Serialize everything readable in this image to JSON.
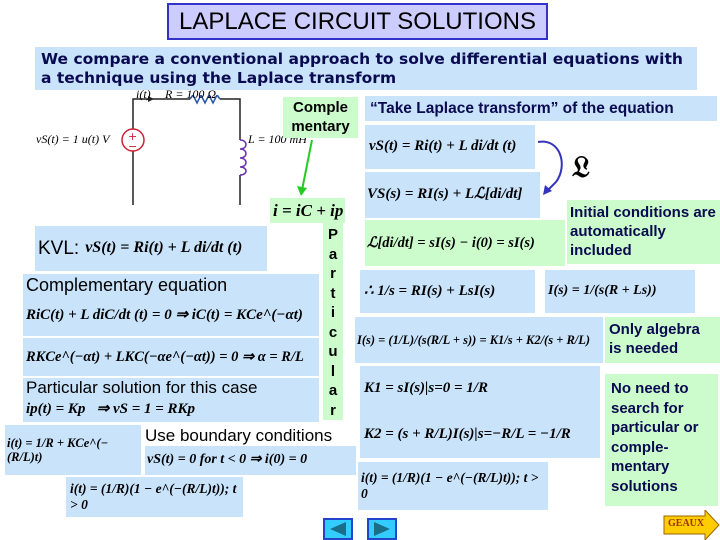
{
  "title": "LAPLACE CIRCUIT SOLUTIONS",
  "intro": "We compare a conventional approach to solve differential equations with a technique using the Laplace transform",
  "circuit": {
    "current_label": "i(t)",
    "resistor_label": "R = 100 Ω",
    "source_label": "vS(t) = 1 u(t) V",
    "inductor_label": "L = 100 mH"
  },
  "left": {
    "complementary_tag": "Comple mentary",
    "sum_eq": "i = iC + ip",
    "particular_tag": [
      "P",
      "a",
      "r",
      "t",
      "i",
      "c",
      "u",
      "l",
      "a",
      "r"
    ],
    "kvl_label": "KVL:",
    "kvl_eq": "vS(t) = Ri(t) + L di/dt (t)",
    "comp_title": "Complementary equation",
    "comp_eq": "RiC(t) + L diC/dt (t) = 0 ⇒ iC(t) = KCe^(−αt)",
    "alpha_eq": "RKCe^(−αt) + LKC(−αe^(−αt)) = 0 ⇒ α = R/L",
    "part_title": "Particular solution for this case",
    "part_eq": "ip(t) = Kp   ⇒ vS = 1 = RKp",
    "general_eq": "i(t) = 1/R + KCe^(−(R/L)t)",
    "boundary_title": "Use boundary conditions",
    "boundary_eq": "vS(t) = 0 for t < 0 ⇒ i(0) = 0",
    "final_eq": "i(t) = (1/R)(1 − e^(−(R/L)t)); t > 0"
  },
  "right": {
    "laplace_title": "“Take Laplace transform” of the equation",
    "time_eq": "vS(t) = Ri(t) + L di/dt (t)",
    "laplace_symbol": "𝔏",
    "s_eq": "VS(s) = RI(s) + Lℒ[di/dt]",
    "deriv_eq": "ℒ[di/dt] = sI(s) − i(0) = sI(s)",
    "initial_note": "Initial conditions are automatically included",
    "sub_eq": "∴ 1/s = RI(s) + LsI(s)",
    "is_eq": "I(s) = 1/(s(R + Ls))",
    "pf_eq": "I(s) = (1/L)/(s(R/L + s)) = K1/s + K2/(s + R/L)",
    "algebra_note": "Only algebra is needed",
    "k1_eq": "K1 = sI(s)|s=0 = 1/R",
    "k2_eq": "K2 = (s + R/L)I(s)|s=−R/L = −1/R",
    "final_eq": "i(t) = (1/R)(1 − e^(−(R/L)t)); t > 0",
    "no_need_note": "No need to search for particular or comple-mentary solutions"
  },
  "nav": {
    "prev_icon": "triangle-left",
    "next_icon": "triangle-right",
    "geaux_label": "GEAUX"
  },
  "colors": {
    "blue_box": "#c9e3fb",
    "green_box": "#ccfccc",
    "title_box": "#ccccff",
    "arrow_green": "#22cc22",
    "arrow_blue": "#3333bb"
  }
}
